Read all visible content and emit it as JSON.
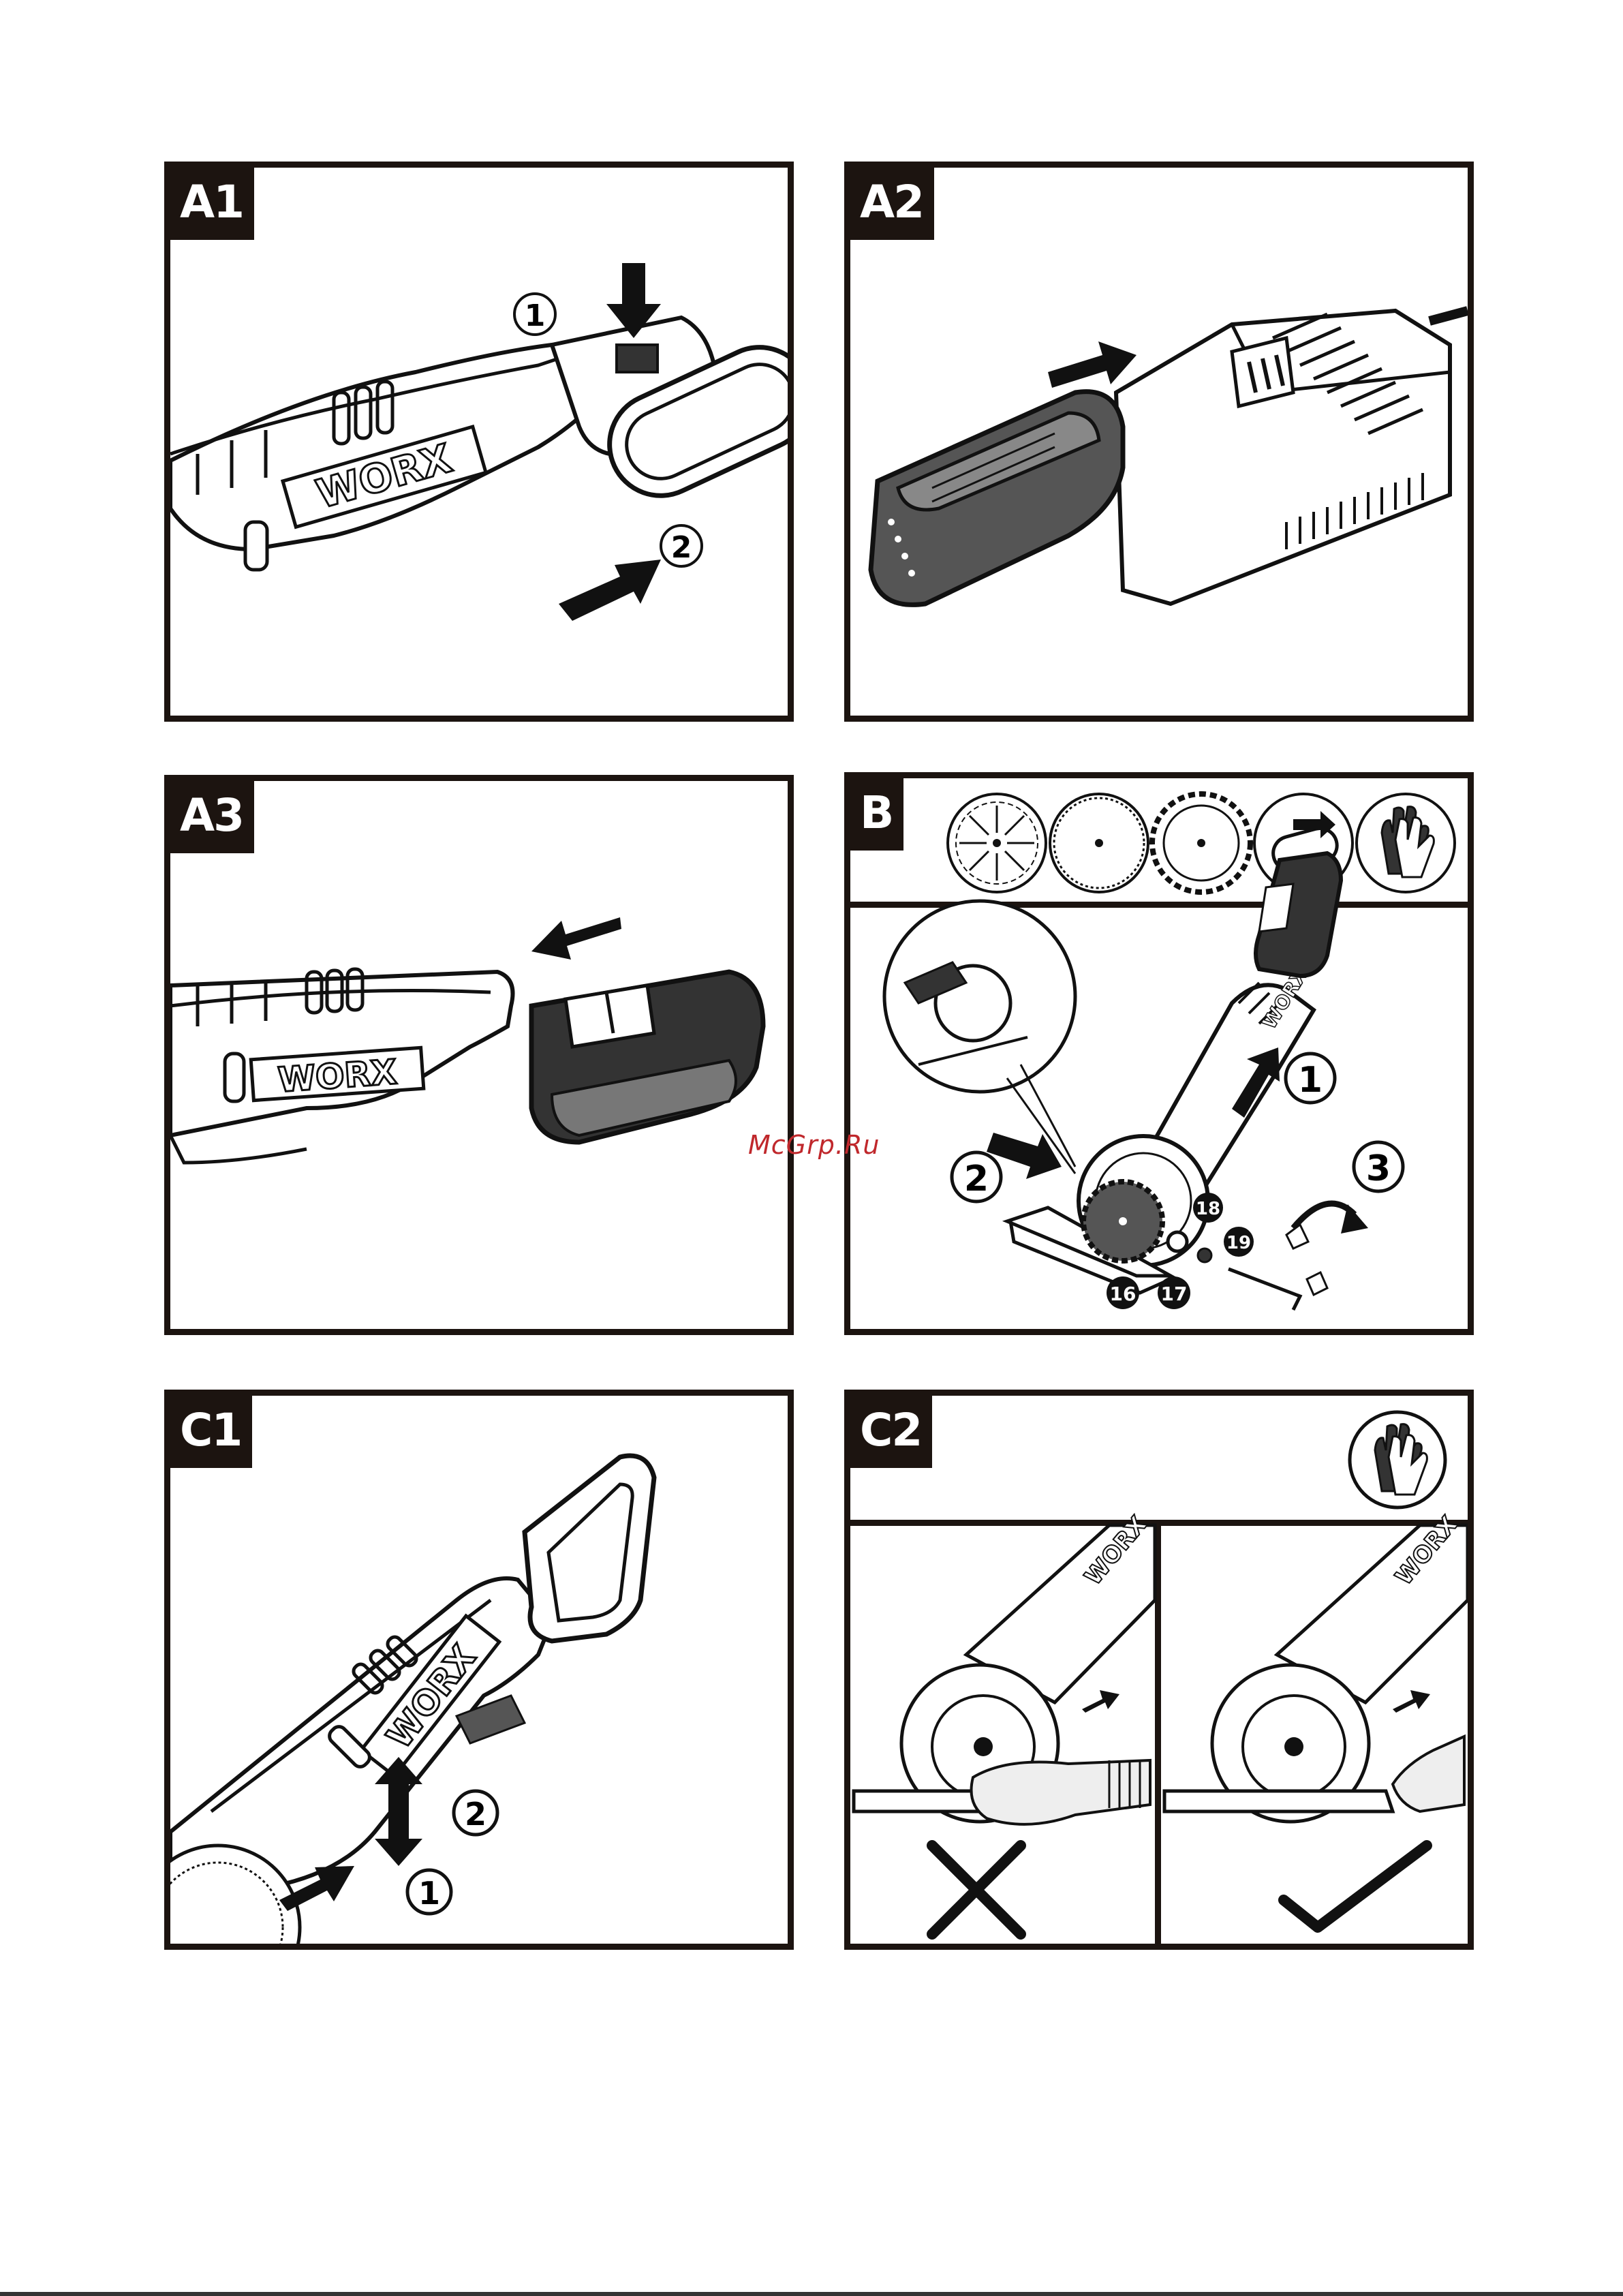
{
  "panels": {
    "a1": {
      "label": "A1",
      "step1": "1",
      "step2": "2",
      "brand": "WORX"
    },
    "a2": {
      "label": "A2"
    },
    "a3": {
      "label": "A3",
      "brand": "WORX"
    },
    "b": {
      "label": "B",
      "step1": "1",
      "step2": "2",
      "step3": "3",
      "parts": [
        "16",
        "17",
        "18",
        "19"
      ],
      "brand": "WORX"
    },
    "c1": {
      "label": "C1",
      "step1": "1",
      "step2": "2",
      "brand": "WORX"
    },
    "c2": {
      "label": "C2",
      "brand": "WORX"
    }
  },
  "watermark": "McGrp.Ru",
  "icons": [
    "arrow-icon",
    "battery-icon",
    "charger-icon",
    "saw-blade-icon",
    "gloves-icon",
    "cross-icon",
    "check-icon",
    "hex-key-icon"
  ]
}
